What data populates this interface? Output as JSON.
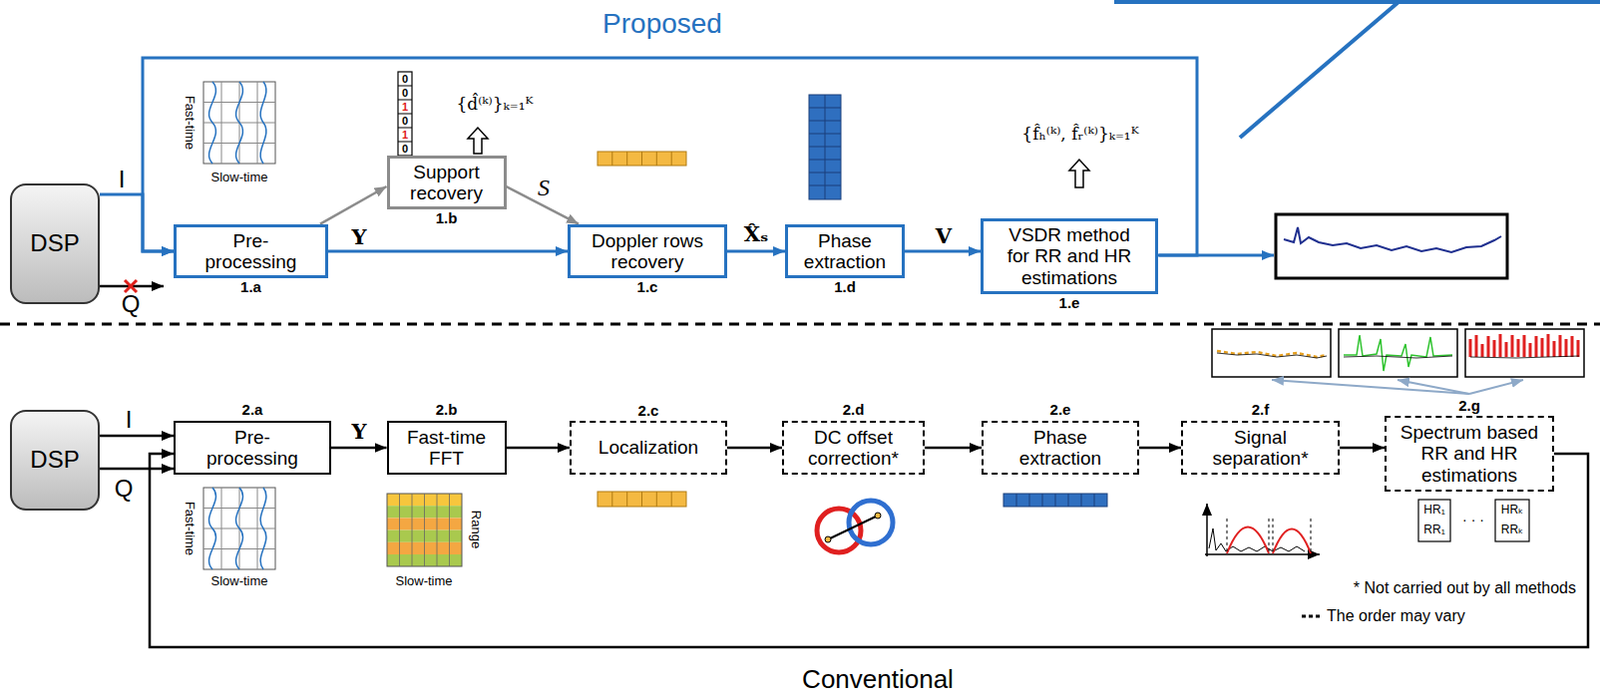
{
  "diagram": {
    "nodes": [
      {
        "text": [
          "DSP"
        ]
      },
      {
        "text": [
          "Pre- processing",
          "1.a"
        ]
      },
      {
        "text": [
          "Support recovery",
          "1.b"
        ]
      },
      {
        "text": [
          "Doppler rows recovery",
          "1.c"
        ]
      },
      {
        "text": [
          "Phase extraction",
          "1.d"
        ]
      },
      {
        "text": [
          "VSDR method for RR and HR estimations",
          "1.e"
        ]
      },
      {
        "text": [
          "DSP"
        ]
      },
      {
        "text": [
          "Pre- processing",
          "2.a"
        ]
      },
      {
        "text": [
          "Fast-time FFT",
          "2.b"
        ]
      },
      {
        "text": [
          "Localization",
          "2.c"
        ]
      },
      {
        "text": [
          "DC offset correction*",
          "2.d"
        ]
      },
      {
        "text": [
          "Phase extraction",
          "2.e"
        ]
      },
      {
        "text": [
          "Signal separation*",
          "2.f"
        ]
      },
      {
        "text": [
          "Spectrum based RR and HR estimations",
          "2.g"
        ]
      }
    ],
    "edges": [
      {
        "from": 0,
        "to": 1,
        "arrow": "to",
        "label": "I"
      },
      {
        "from": 1,
        "to": 2,
        "arrow": "to"
      },
      {
        "from": 1,
        "to": 3,
        "arrow": "to",
        "label": "Y"
      },
      {
        "from": 2,
        "to": 3,
        "arrow": "to",
        "label": "S"
      },
      {
        "from": 3,
        "to": 4,
        "arrow": "to",
        "label": "X̂ₛ"
      },
      {
        "from": 4,
        "to": 5,
        "arrow": "to",
        "label": "V"
      },
      {
        "from": 5,
        "to": 1,
        "arrow": "to"
      },
      {
        "from": 6,
        "to": 7,
        "arrow": "to",
        "label": "I"
      },
      {
        "from": 6,
        "to": 7,
        "arrow": "to",
        "label": "Q"
      },
      {
        "from": 7,
        "to": 8,
        "arrow": "to",
        "label": "Y"
      },
      {
        "from": 8,
        "to": 9,
        "arrow": "to"
      },
      {
        "from": 9,
        "to": 10,
        "arrow": "to"
      },
      {
        "from": 10,
        "to": 11,
        "arrow": "to"
      },
      {
        "from": 11,
        "to": 12,
        "arrow": "to"
      },
      {
        "from": 12,
        "to": 13,
        "arrow": "to"
      },
      {
        "from": 13,
        "to": 7,
        "arrow": "to"
      }
    ],
    "labels": [
      "Proposed",
      "Fast-time",
      "Slow-time",
      "0",
      "0",
      "1",
      "0",
      "1",
      "0",
      "{d̂⁽ᵏ⁾}ₖ₌₁ᴷ",
      "{f̂ₕ⁽ᵏ⁾, f̂ᵣ⁽ᵏ⁾}ₖ₌₁ᴷ",
      "Q",
      "Fast-time",
      "Slow-time",
      "Range",
      "Slow-time",
      "HR₁",
      "RR₁",
      "· · ·",
      "HRₖ",
      "RRₖ",
      "* Not carried out by all methods",
      "Conventional"
    ],
    "legend": [
      {
        "text": "The order may vary"
      }
    ]
  }
}
